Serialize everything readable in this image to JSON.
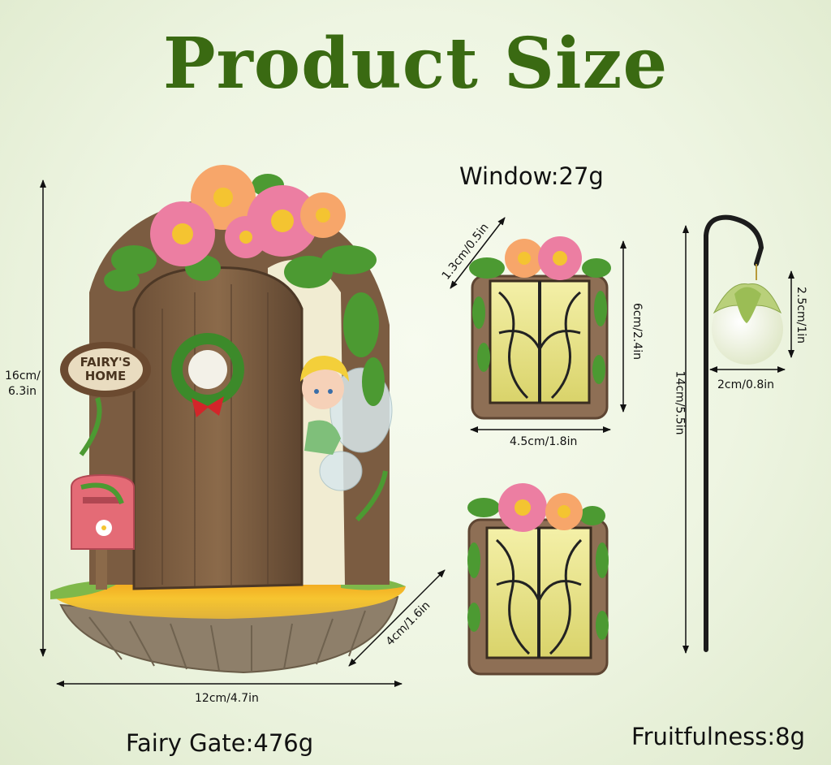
{
  "title": "Product Size",
  "weights": {
    "window": "Window:27g",
    "fairy_gate": "Fairy Gate:476g",
    "fruitfulness": "Fruitfulness:8g"
  },
  "gate": {
    "sign_line1": "FAIRY'S",
    "sign_line2": "HOME",
    "height_line1": "16cm/",
    "height_line2": "6.3in",
    "width": "12cm/4.7in",
    "depth": "4cm/1.6in"
  },
  "window": {
    "depth": "1.3cm/0.5in",
    "height": "6cm/2.4in",
    "width": "4.5cm/1.8in"
  },
  "lantern": {
    "stake_height": "14cm/5.5in",
    "bulb_height": "2.5cm/1in",
    "bulb_width": "2cm/0.8in"
  }
}
